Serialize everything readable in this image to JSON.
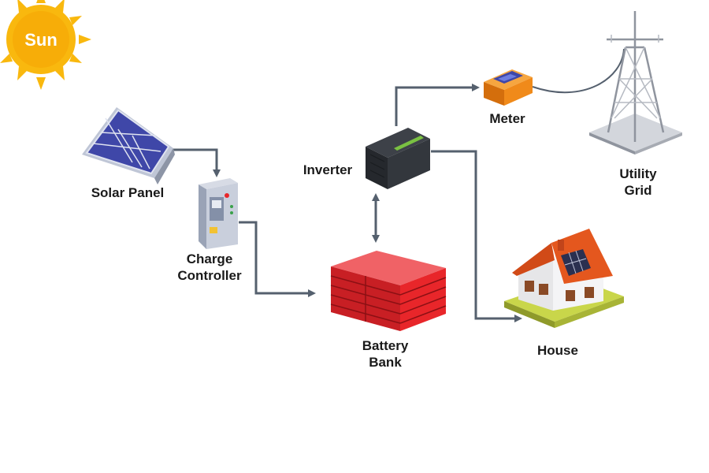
{
  "nodes": {
    "sun": {
      "label": "Sun"
    },
    "solar_panel": {
      "label": "Solar Panel"
    },
    "charge_controller": {
      "label": "Charge\nController"
    },
    "battery_bank": {
      "label": "Battery\nBank"
    },
    "inverter": {
      "label": "Inverter"
    },
    "meter": {
      "label": "Meter"
    },
    "utility_grid": {
      "label": "Utility\nGrid"
    },
    "house": {
      "label": "House"
    }
  },
  "edges": [
    {
      "from": "solar_panel",
      "to": "charge_controller",
      "direction": "one-way"
    },
    {
      "from": "charge_controller",
      "to": "battery_bank",
      "direction": "one-way"
    },
    {
      "from": "battery_bank",
      "to": "inverter",
      "direction": "two-way"
    },
    {
      "from": "inverter",
      "to": "meter",
      "direction": "one-way"
    },
    {
      "from": "meter",
      "to": "utility_grid",
      "direction": "cable"
    },
    {
      "from": "inverter",
      "to": "house",
      "direction": "one-way"
    }
  ],
  "colors": {
    "sun": "#f9b80e",
    "arrow": "#55606e",
    "battery": "#e8262a",
    "panel": "#3f47a8",
    "meter": "#f08a1a",
    "roof": "#e4571e"
  }
}
